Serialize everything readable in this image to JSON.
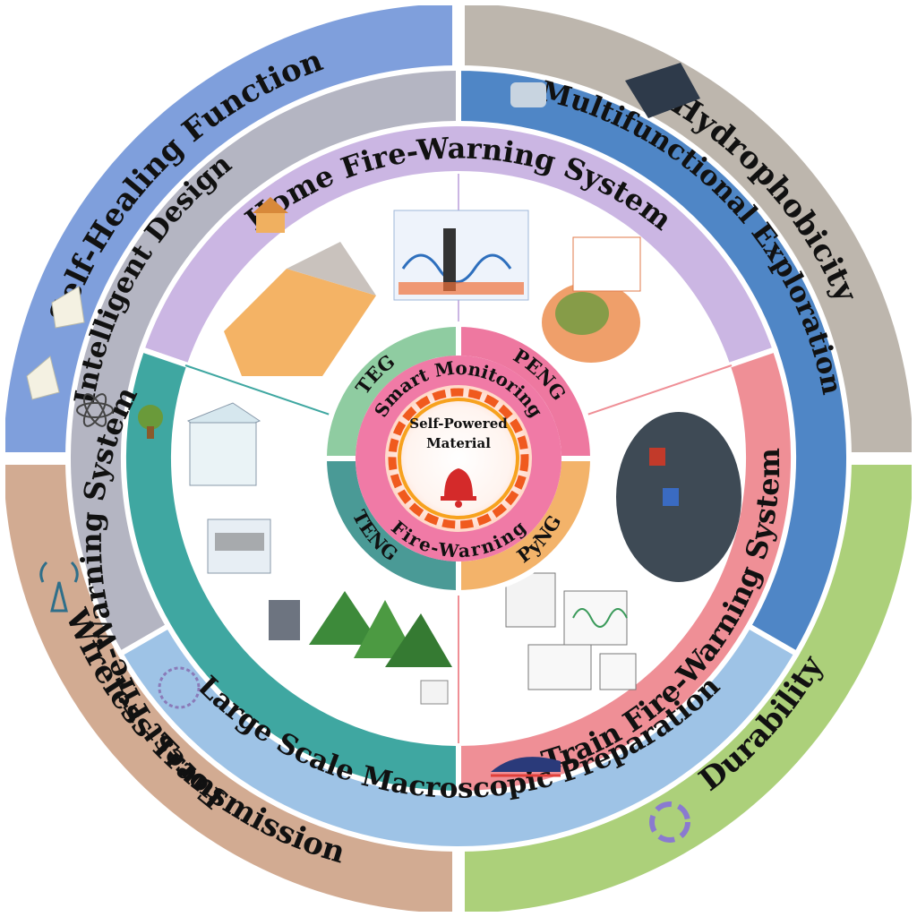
{
  "diagram": {
    "core": {
      "line1": "Self-Powered",
      "line2": "Material"
    },
    "ring_labels": {
      "top": "Smart Monitoring",
      "bottom": "Fire-Warning"
    },
    "generators": {
      "teg": "TEG",
      "peng": "PENG",
      "pyng": "PyNG",
      "teng": "TENG"
    },
    "systems": {
      "home": "Home Fire-Warning System",
      "forest": "Forest Fire-Warning System",
      "train": "Train Fire-Warning System"
    },
    "middle": {
      "intelligent": "Intelligent Design",
      "multifunctional": "Multifunctional Exploration",
      "large_scale": "Large Scale Macroscopic Preparation"
    },
    "outer": {
      "self_healing": "Self-Healing Function",
      "hydrophobicity": "Hydrophobicity",
      "wireless": "Wireless Transmission",
      "durability": "Durability"
    },
    "colors": {
      "outer_blue": "#7f9fdc",
      "outer_taupe": "#bdb6ad",
      "outer_tan": "#d2ab92",
      "outer_green": "#acd07a",
      "middle_gray": "#b4b5c2",
      "middle_blue": "#4f86c6",
      "middle_light_blue": "#9ec3e6",
      "inner_lavender": "#cbb6e3",
      "inner_teal": "#3fa7a1",
      "inner_salmon": "#ef8f96",
      "gen_teg": "#8fcca1",
      "gen_peng": "#ee78a0",
      "gen_pyng": "#f3b36a",
      "gen_teng": "#4a9a96",
      "flame": "#f05a1e",
      "bell": "#d42a2a"
    }
  }
}
